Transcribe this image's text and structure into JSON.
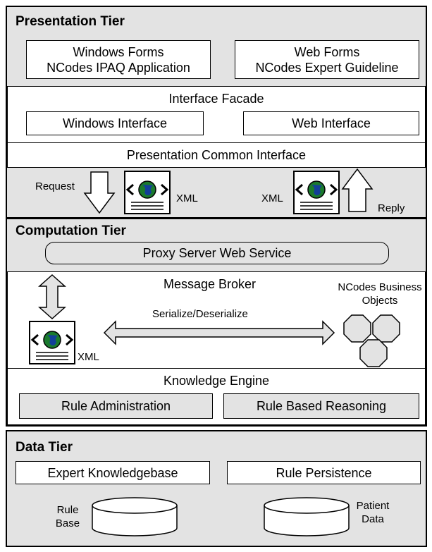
{
  "presentation": {
    "title": "Presentation Tier",
    "windows_forms": {
      "line1": "Windows Forms",
      "line2": "NCodes IPAQ Application"
    },
    "web_forms": {
      "line1": "Web Forms",
      "line2": "NCodes Expert Guideline"
    },
    "interface_facade": "Interface Facade",
    "windows_interface": "Windows Interface",
    "web_interface": "Web Interface",
    "common_interface": "Presentation Common Interface",
    "request": "Request",
    "reply": "Reply",
    "xml_left": "XML",
    "xml_right": "XML"
  },
  "computation": {
    "title": "Computation Tier",
    "proxy": "Proxy Server Web Service",
    "message_broker": "Message Broker",
    "business_objects": {
      "line1": "NCodes Business",
      "line2": "Objects"
    },
    "serialize": "Serialize/Deserialize",
    "xml": "XML",
    "knowledge_engine": "Knowledge Engine",
    "rule_admin": "Rule Administration",
    "rule_reasoning": "Rule Based Reasoning"
  },
  "data": {
    "title": "Data Tier",
    "expert_kb": "Expert Knowledgebase",
    "rule_persistence": "Rule Persistence",
    "rule_base": {
      "line1": "Rule",
      "line2": "Base"
    },
    "patient_data": {
      "line1": "Patient",
      "line2": "Data"
    }
  },
  "colors": {
    "panel": "#e3e3e3",
    "box": "#ffffff",
    "globe": "#1a7a2e",
    "globe_land": "#123f9a"
  },
  "icons": [
    "web-document-icon",
    "octagon-object-icon",
    "database-cylinder-icon"
  ]
}
